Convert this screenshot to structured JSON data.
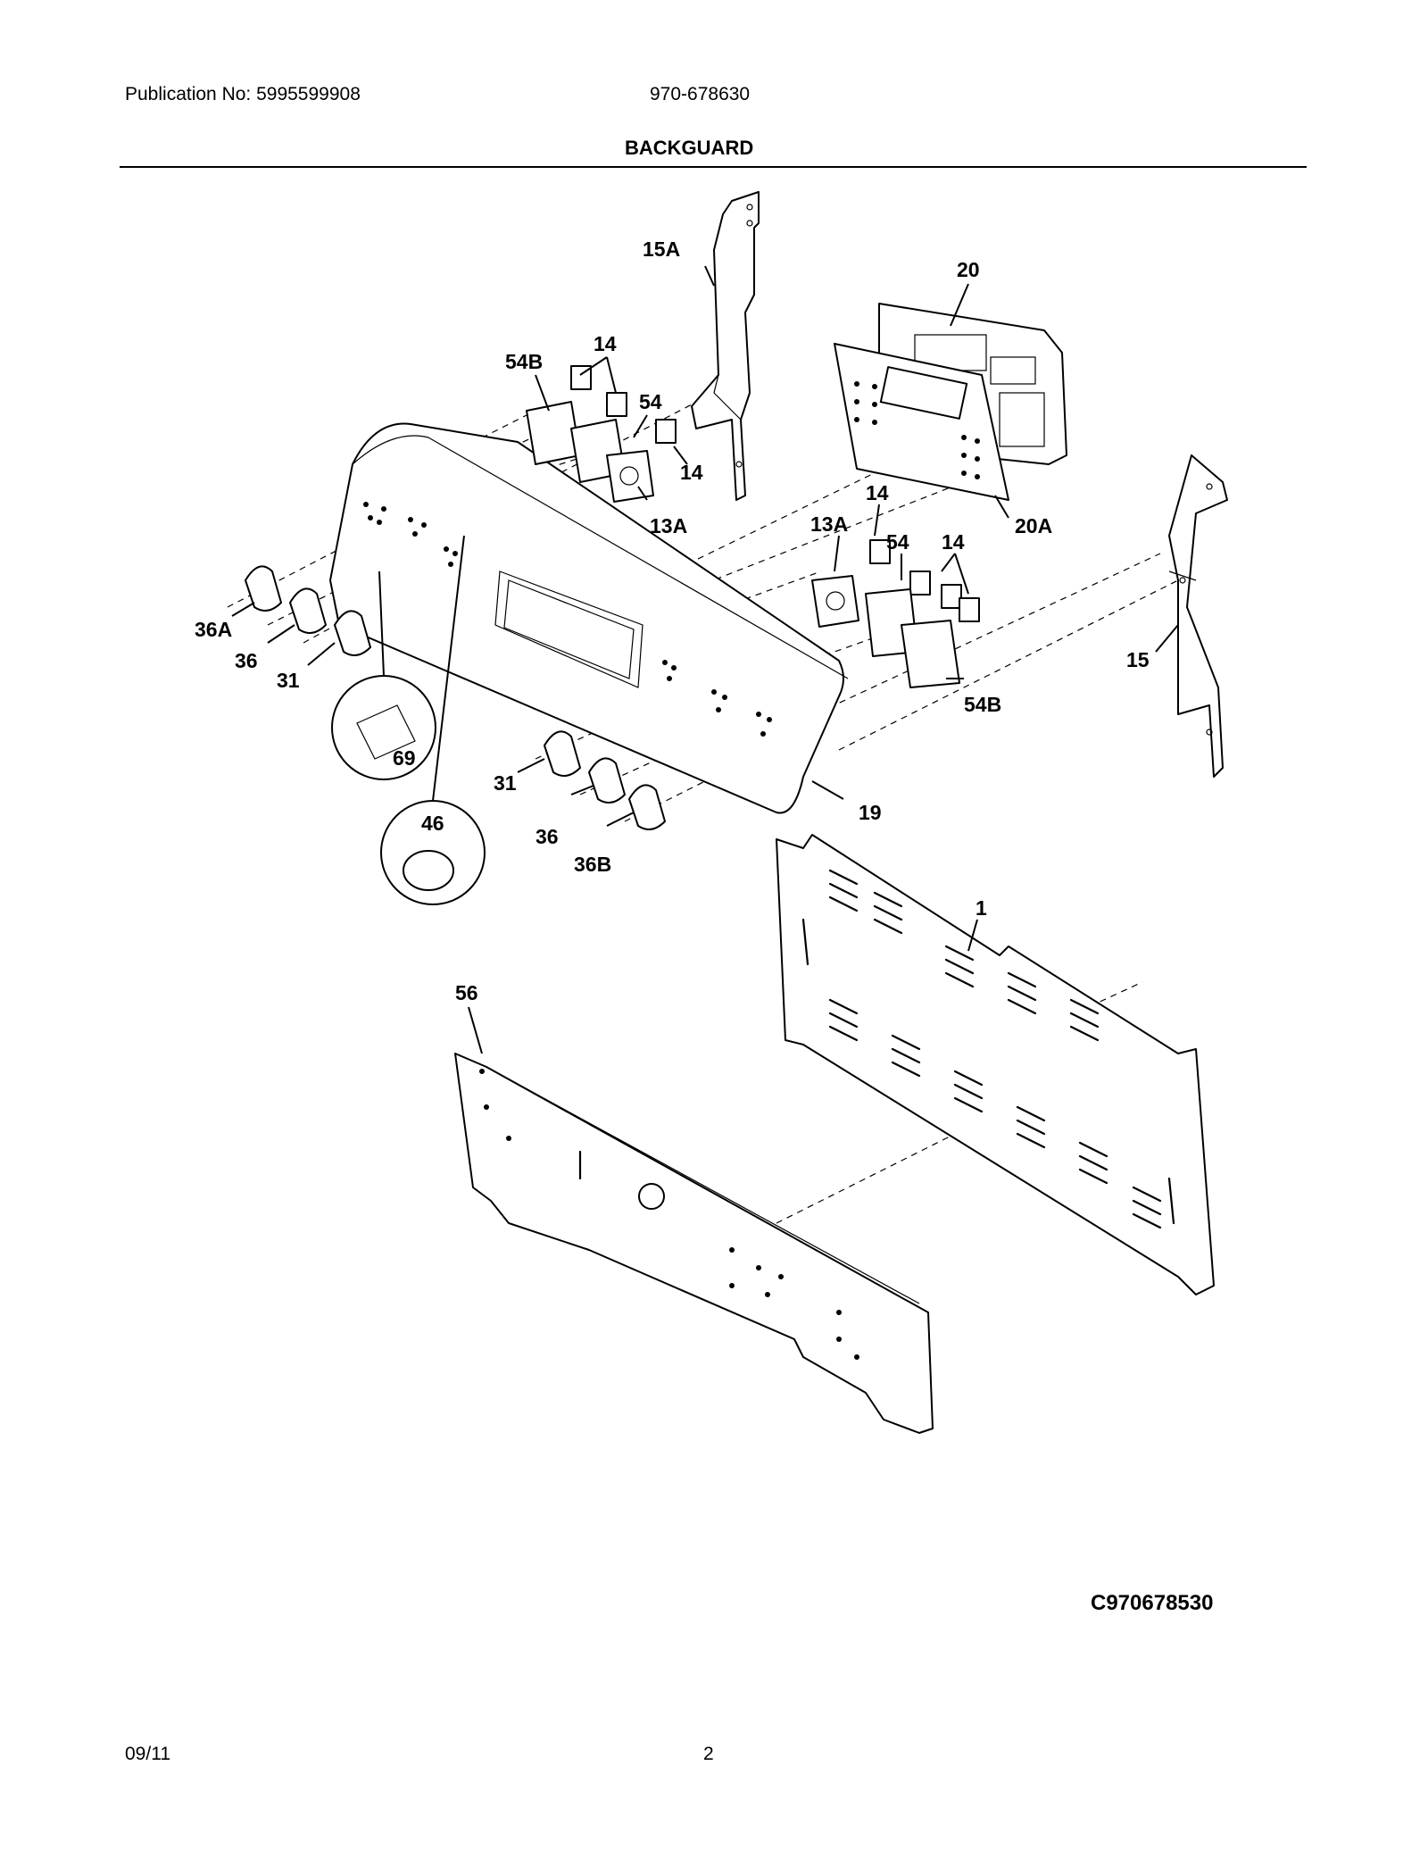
{
  "header": {
    "publication": "Publication No: 5995599908",
    "model": "970-678630",
    "title": "BACKGUARD"
  },
  "footer": {
    "diagram_code": "C970678530",
    "date": "09/11",
    "page_number": "2"
  },
  "callouts": [
    {
      "id": "c-15a",
      "text": "15A"
    },
    {
      "id": "c-20",
      "text": "20"
    },
    {
      "id": "c-54b-top",
      "text": "54B"
    },
    {
      "id": "c-14-top",
      "text": "14"
    },
    {
      "id": "c-54-top",
      "text": "54"
    },
    {
      "id": "c-14-mid",
      "text": "14"
    },
    {
      "id": "c-13a-top",
      "text": "13A"
    },
    {
      "id": "c-20a",
      "text": "20A"
    },
    {
      "id": "c-14-right",
      "text": "14"
    },
    {
      "id": "c-13a-right",
      "text": "13A"
    },
    {
      "id": "c-54-right",
      "text": "54"
    },
    {
      "id": "c-14-right2",
      "text": "14"
    },
    {
      "id": "c-36a",
      "text": "36A"
    },
    {
      "id": "c-36-left",
      "text": "36"
    },
    {
      "id": "c-31-left",
      "text": "31"
    },
    {
      "id": "c-15",
      "text": "15"
    },
    {
      "id": "c-54b-right",
      "text": "54B"
    },
    {
      "id": "c-69",
      "text": "69"
    },
    {
      "id": "c-31-bottom",
      "text": "31"
    },
    {
      "id": "c-19",
      "text": "19"
    },
    {
      "id": "c-46",
      "text": "46"
    },
    {
      "id": "c-36-bottom",
      "text": "36"
    },
    {
      "id": "c-36b",
      "text": "36B"
    },
    {
      "id": "c-1",
      "text": "1"
    },
    {
      "id": "c-56",
      "text": "56"
    }
  ]
}
